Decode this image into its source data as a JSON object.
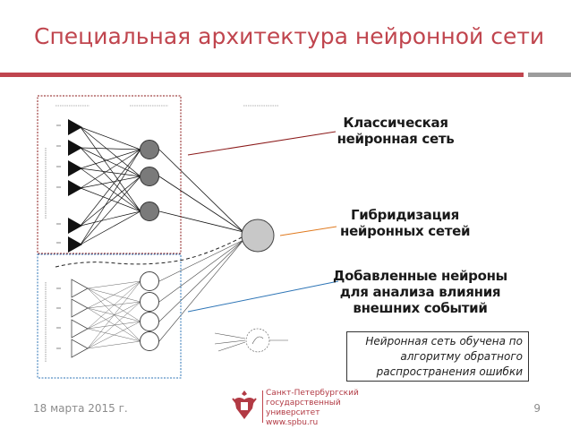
{
  "slide": {
    "title": "Специальная архитектура нейронной сети",
    "labels": {
      "classic": [
        "Классическая",
        "нейронная сеть"
      ],
      "hybrid": [
        "Гибридизация",
        "нейронных сетей"
      ],
      "added": [
        "Добавленные нейроны",
        "для анализа влияния",
        "внешних событий"
      ]
    },
    "note": [
      "Нейронная сеть обучена по",
      "алгоритму обратного",
      "распространения ошибки"
    ],
    "footer": {
      "date": "18 марта 2015 г.",
      "page": "9",
      "university": [
        "Санкт-Петербургский",
        "государственный",
        "университет",
        "www.spbu.ru"
      ]
    }
  },
  "colors": {
    "accent": "#c0454e",
    "gray_bar": "#9c9c9c",
    "hybrid_line": "#e07a1f",
    "added_line": "#2e75b6",
    "neuron_fill": "#7a7a7a",
    "output_fill": "#c8c8c8"
  }
}
